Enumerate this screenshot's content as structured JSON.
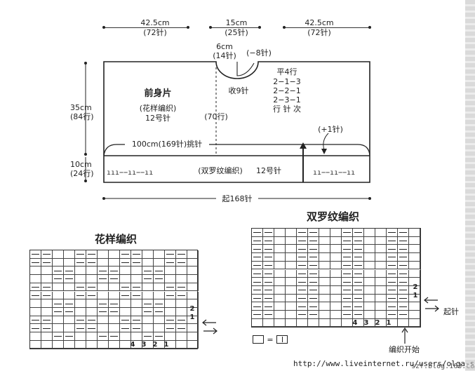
{
  "diagram": {
    "top_dims": [
      {
        "cm": "42.5cm",
        "stitches": "(72针)"
      },
      {
        "cm": "15cm",
        "stitches": "(25针)"
      },
      {
        "cm": "42.5cm",
        "stitches": "(72针)"
      }
    ],
    "neck": {
      "cm": "6cm",
      "stitches": "(14针)",
      "minus": "(−8针)",
      "decrease": "收9针",
      "rows": "(70行)"
    },
    "shaping": {
      "line1": "平4行",
      "line2": "2−1−3",
      "line3": "2−2−1",
      "line4": "2−3−1",
      "line5": "行 针 次"
    },
    "piece": {
      "title": "前身片",
      "pattern": "(花样编织)",
      "needle": "12号针"
    },
    "left_dims": [
      {
        "cm": "35cm",
        "rows": "(84行)"
      },
      {
        "cm": "10cm",
        "rows": "(24行)"
      }
    ],
    "pickup": "100cm(169针)挑针",
    "plus_one": "(+1针)",
    "rib": {
      "left_marks": "ııı−−ıı−−ıı",
      "label": "(双罗纹编织)",
      "needle": "12号针",
      "right_marks": "ıı−−ıı−−ıı"
    },
    "bottom": "起168针"
  },
  "chart_left": {
    "title": "花样编织",
    "row_labels": [
      "2",
      "1"
    ],
    "col_labels": [
      "4",
      "3",
      "2",
      "1"
    ]
  },
  "chart_right": {
    "title": "双罗纹编织",
    "row_labels": [
      "2",
      "1"
    ],
    "col_labels": [
      "4",
      "3",
      "2",
      "1"
    ],
    "start_cast": "起针",
    "start_knit": "编织开始",
    "legend_eq": "="
  },
  "footer": {
    "url": "http://www.liveinternet.ru/users/olga-sav/",
    "watermark": "szf.blog.163.com"
  },
  "colors": {
    "line": "#222222",
    "paper": "#ffffff"
  }
}
